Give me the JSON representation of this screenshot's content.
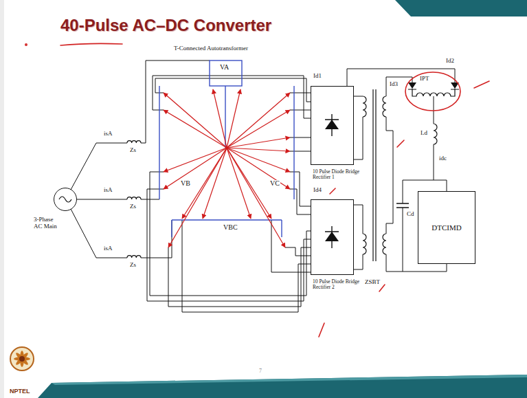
{
  "diagram": {
    "title": "40-Pulse AC–DC Converter",
    "nodes": [
      {
        "text": [
          "3-Phase AC Main"
        ]
      },
      {
        "text": [
          "10 Pulse Diode Bridge Rectifier 1"
        ]
      },
      {
        "text": [
          "10 Pulse Diode Bridge Rectifier 2"
        ]
      },
      {
        "text": [
          "DTCIMD"
        ]
      }
    ],
    "labels": [
      "T-Connected Autotransformer",
      "VA",
      "VB",
      "VC",
      "VBC",
      "isA",
      "Zs",
      "isA",
      "Zs",
      "isA",
      "Zs",
      "Id1",
      "Id3",
      "Id2",
      "IPT",
      "Ld",
      "idc",
      "Id4",
      "ZSBT",
      "Cd",
      "7",
      "NPTEL"
    ]
  }
}
